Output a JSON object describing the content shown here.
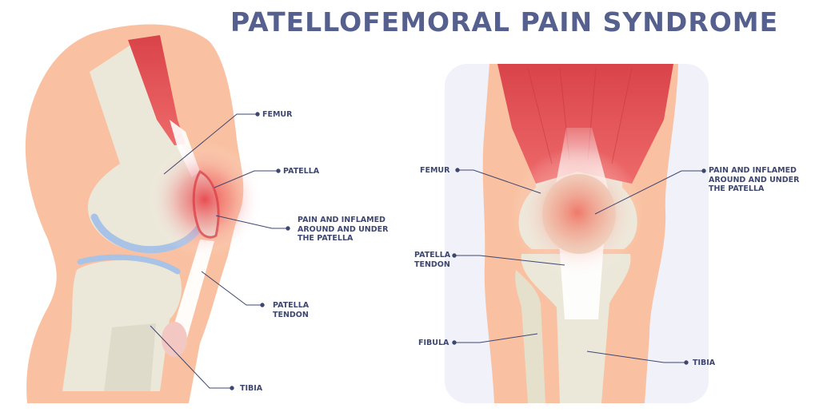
{
  "title": "PATELLOFEMORAL PAIN SYNDROME",
  "side_view": {
    "labels": {
      "femur": "FEMUR",
      "patella": "PATELLA",
      "pain": "PAIN AND INFLAMED\nAROUND AND UNDER\nTHE PATELLA",
      "patella_tendon": "PATELLA\nTENDON",
      "tibia": "TIBIA"
    }
  },
  "front_view": {
    "labels": {
      "femur": "FEMUR",
      "pain": "PAIN AND INFLAMED\nAROUND AND UNDER\nTHE PATELLA",
      "patella_tendon": "PATELLA\nTENDON",
      "fibula": "FIBULA",
      "tibia": "TIBIA"
    }
  },
  "colors": {
    "skin": "#f9c1a1",
    "bone": "#ebe8d9",
    "muscle": "#e45457",
    "cartilage": "#a9c3e6",
    "title": "#55608f",
    "label": "#3e4770",
    "panel": "#f0f1f9"
  }
}
